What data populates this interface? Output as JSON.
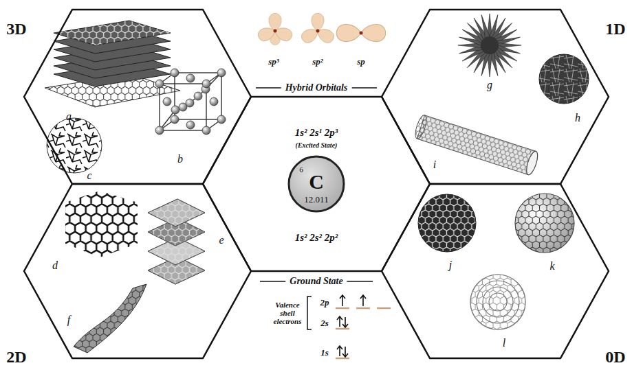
{
  "diagram": {
    "nodes": [
      {
        "text": [
          "3D",
          "a",
          "b",
          "c"
        ]
      },
      {
        "text": [
          "1D",
          "g",
          "h",
          "i"
        ]
      },
      {
        "text": [
          "1s² 2s¹ 2p³",
          "(Excited State)",
          "1s² 2s² 2p²"
        ]
      },
      {
        "text": [
          "6",
          "C",
          "12.011"
        ],
        "in": 2
      },
      {
        "text": [
          "2D",
          "d",
          "e",
          "f"
        ]
      },
      {
        "text": [
          "0D",
          "j",
          "k",
          "l"
        ]
      }
    ],
    "labels": [
      "sp³",
      "sp²",
      "sp",
      "Hybrid Orbitals",
      "Ground State",
      "Valence shell electrons",
      "2p",
      "2s",
      "1s"
    ]
  }
}
